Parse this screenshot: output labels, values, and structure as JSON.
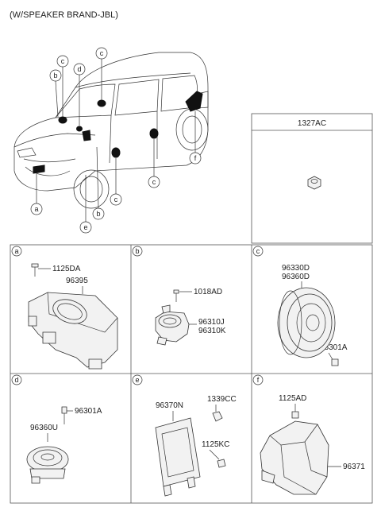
{
  "header": {
    "title": "(W/SPEAKER BRAND-JBL)"
  },
  "overview": {
    "callouts_top": [
      "c",
      "b",
      "d",
      "c"
    ],
    "callouts_side": [
      "c",
      "c",
      "f"
    ],
    "callouts_bottom": [
      "a",
      "e",
      "b"
    ],
    "car_icon": "car-outline-icon"
  },
  "nut_panel": {
    "part_number": "1327AC",
    "icon": "nut-icon"
  },
  "panels": [
    {
      "letter": "a",
      "parts": [
        "1125DA",
        "96395"
      ],
      "icon": "amplifier-icon"
    },
    {
      "letter": "b",
      "parts": [
        "1018AD",
        "96310J",
        "96310K"
      ],
      "icon": "tweeter-icon"
    },
    {
      "letter": "c",
      "parts": [
        "96330D",
        "96360D",
        "96301A"
      ],
      "icon": "door-speaker-icon"
    },
    {
      "letter": "d",
      "parts": [
        "96301A",
        "96360U"
      ],
      "icon": "center-speaker-icon"
    },
    {
      "letter": "e",
      "parts": [
        "96370N",
        "1339CC",
        "1125KC"
      ],
      "icon": "amp-module-icon"
    },
    {
      "letter": "f",
      "parts": [
        "1125AD",
        "96371"
      ],
      "icon": "subwoofer-icon"
    }
  ]
}
